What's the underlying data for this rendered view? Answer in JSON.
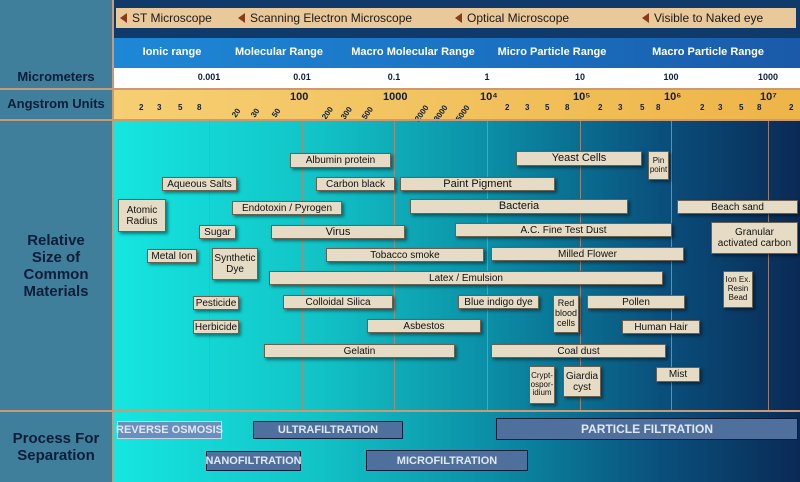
{
  "colors": {
    "teal": "#16e6e0",
    "navy": "#0b2f5a",
    "label_bg": "#3f7f9c",
    "box_fill": "#e6dcc6",
    "tan": "#e9c89a",
    "blue_band": "#1e88d6",
    "orange_band": "#f0bd5c",
    "proc_box": "#4f6f9c"
  },
  "microscopes": [
    "ST Microscope",
    "Scanning Electron Microscope",
    "Optical Microscope",
    "Visible to Naked eye"
  ],
  "ranges": [
    "Ionic range",
    "Molecular Range",
    "Macro Molecular Range",
    "Micro Particle Range",
    "Macro Particle Range"
  ],
  "row_labels": {
    "micrometers": "Micrometers",
    "angstrom": "Angstrom Units",
    "materials": [
      "Relative",
      "Size of",
      "Common",
      "Materials"
    ],
    "process": [
      "Process For",
      "Separation"
    ]
  },
  "micrometer_ticks": [
    "0.001",
    "0.01",
    "0.1",
    "1",
    "10",
    "100",
    "1000"
  ],
  "angstrom_major": [
    "100",
    "1000",
    "10⁴",
    "10⁵",
    "10⁶",
    "10⁷"
  ],
  "angstrom_minor_1": [
    "2",
    "3",
    "5",
    "8"
  ],
  "angstrom_minor_2": [
    "20",
    "30",
    "50"
  ],
  "angstrom_minor_3": [
    "200",
    "300",
    "500"
  ],
  "angstrom_minor_4": [
    "2000",
    "3000",
    "5000"
  ],
  "angstrom_minor_5": [
    "2",
    "3",
    "5",
    "8"
  ],
  "angstrom_minor_6": [
    "2",
    "3",
    "5",
    "8"
  ],
  "angstrom_minor_7": [
    "2",
    "3",
    "5",
    "8"
  ],
  "angstrom_trailing": "2",
  "materials": [
    {
      "label": "Albumin protein"
    },
    {
      "label": "Yeast Cells"
    },
    {
      "label": "Pin\npoint"
    },
    {
      "label": "Aqueous Salts"
    },
    {
      "label": "Carbon black"
    },
    {
      "label": "Paint Pigment"
    },
    {
      "label": "Atomic\nRadius"
    },
    {
      "label": "Endotoxin / Pyrogen"
    },
    {
      "label": "Bacteria"
    },
    {
      "label": "Beach sand"
    },
    {
      "label": "Sugar"
    },
    {
      "label": "Virus"
    },
    {
      "label": "A.C. Fine Test Dust"
    },
    {
      "label": "Granular\nactivated carbon"
    },
    {
      "label": "Metal Ion"
    },
    {
      "label": "Synthetic\nDye"
    },
    {
      "label": "Tobacco smoke"
    },
    {
      "label": "Milled Flower"
    },
    {
      "label": "Latex / Emulsion"
    },
    {
      "label": "Ion Ex.\nResin\nBead"
    },
    {
      "label": "Pesticide"
    },
    {
      "label": "Colloidal Silica"
    },
    {
      "label": "Blue indigo dye"
    },
    {
      "label": "Red\nblood\ncells"
    },
    {
      "label": "Pollen"
    },
    {
      "label": "Herbicide"
    },
    {
      "label": "Asbestos"
    },
    {
      "label": "Human Hair"
    },
    {
      "label": "Gelatin"
    },
    {
      "label": "Coal dust"
    },
    {
      "label": "Crypt-\nospor-\nidium"
    },
    {
      "label": "Giardia\ncyst"
    },
    {
      "label": "Mist"
    }
  ],
  "processes": [
    "REVERSE OSMOSIS",
    "ULTRAFILTRATION",
    "PARTICLE FILTRATION",
    "NANOFILTRATION",
    "MICROFILTRATION"
  ]
}
